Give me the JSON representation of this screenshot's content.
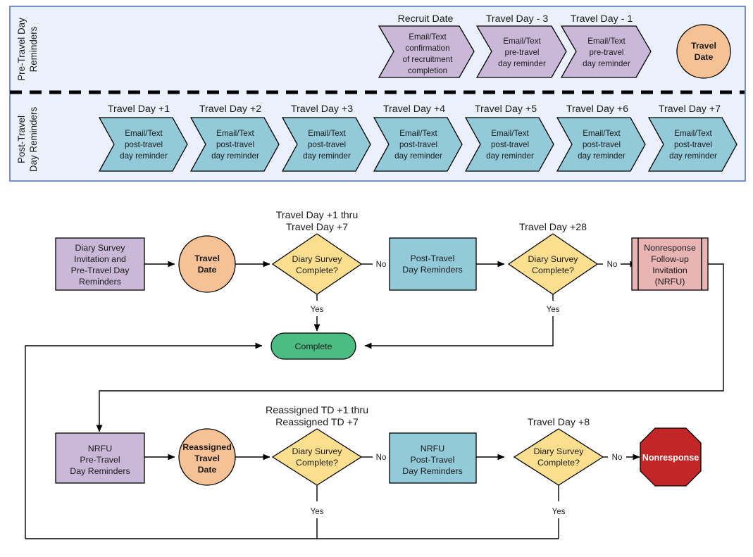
{
  "banner": {
    "rows": [
      {
        "side_label": [
          "Pre-Travel Day",
          "Reminders"
        ],
        "name": "pre-travel-day-reminders",
        "chevron_fill": "#c9b8d8",
        "items": [
          {
            "caption": "Recruit Date",
            "lines": [
              "Email/Text",
              "confirmation",
              "of recruitment",
              "completion"
            ]
          },
          {
            "caption": "Travel Day - 3",
            "lines": [
              "Email/Text",
              "pre-travel",
              "day reminder"
            ]
          },
          {
            "caption": "Travel Day - 1",
            "lines": [
              "Email/Text",
              "pre-travel",
              "day reminder"
            ]
          }
        ],
        "circle": {
          "lines": [
            "Travel",
            "Date"
          ],
          "fill": "#f7c196"
        }
      },
      {
        "side_label": [
          "Post-Travel",
          "Day Reminders"
        ],
        "name": "post-travel-day-reminders",
        "chevron_fill": "#92cada",
        "items": [
          {
            "caption": "Travel Day +1",
            "lines": [
              "Email/Text",
              "post-travel",
              "day reminder"
            ]
          },
          {
            "caption": "Travel Day +2",
            "lines": [
              "Email/Text",
              "post-travel",
              "day reminder"
            ]
          },
          {
            "caption": "Travel Day +3",
            "lines": [
              "Email/Text",
              "post-travel",
              "day reminder"
            ]
          },
          {
            "caption": "Travel Day +4",
            "lines": [
              "Email/Text",
              "post-travel",
              "day reminder"
            ]
          },
          {
            "caption": "Travel Day +5",
            "lines": [
              "Email/Text",
              "post-travel",
              "day reminder"
            ]
          },
          {
            "caption": "Travel Day +6",
            "lines": [
              "Email/Text",
              "post-travel",
              "day reminder"
            ]
          },
          {
            "caption": "Travel Day +7",
            "lines": [
              "Email/Text",
              "post-travel",
              "day reminder"
            ]
          }
        ]
      }
    ]
  },
  "flow": {
    "colors": {
      "purple": "#c9b8d8",
      "orange": "#f7c196",
      "yellow": "#fbdf8e",
      "blue": "#92cada",
      "pink": "#e8b4b4",
      "green": "#4bbd82",
      "red": "#c22626",
      "banner_bg": "#eaf1fb",
      "banner_border": "#4a6fb5",
      "line": "#000000"
    },
    "nodes": {
      "diary_invite": {
        "lines": [
          "Diary Survey",
          "Invitation and",
          "Pre-Travel Day",
          "Reminders"
        ]
      },
      "travel_date": {
        "lines": [
          "Travel",
          "Date"
        ]
      },
      "decision1": {
        "lines": [
          "Diary Survey",
          "Complete?"
        ],
        "caption": [
          "Travel Day +1 thru",
          "Travel Day +7"
        ]
      },
      "post_travel_reminders": {
        "lines": [
          "Post-Travel",
          "Day Reminders"
        ]
      },
      "decision2": {
        "lines": [
          "Diary Survey",
          "Complete?"
        ],
        "caption": [
          "Travel Day +28"
        ]
      },
      "nrfu_invite": {
        "lines": [
          "Nonresponse",
          "Follow-up",
          "Invitation",
          "(NRFU)"
        ]
      },
      "complete": {
        "lines": [
          "Complete"
        ]
      },
      "nrfu_pre_travel": {
        "lines": [
          "NRFU",
          "Pre-Travel",
          "Day  Reminders"
        ]
      },
      "reassigned_travel_date": {
        "lines": [
          "Reassigned",
          "Travel",
          "Date"
        ]
      },
      "decision3": {
        "lines": [
          "Diary Survey",
          "Complete?"
        ],
        "caption": [
          "Reassigned TD +1 thru",
          "Reassigned TD +7"
        ]
      },
      "nrfu_post_travel": {
        "lines": [
          "NRFU",
          "Post-Travel",
          "Day Reminders"
        ]
      },
      "decision4": {
        "lines": [
          "Diary Survey",
          "Complete?"
        ],
        "caption": [
          "Travel Day +8"
        ]
      },
      "nonresponse": {
        "lines": [
          "Nonresponse"
        ]
      }
    },
    "edge_labels": {
      "no1": "No",
      "yes1": "Yes",
      "no2": "No",
      "yes2": "Yes",
      "no3": "No",
      "yes3": "Yes",
      "no4": "No",
      "yes4": "Yes"
    }
  }
}
